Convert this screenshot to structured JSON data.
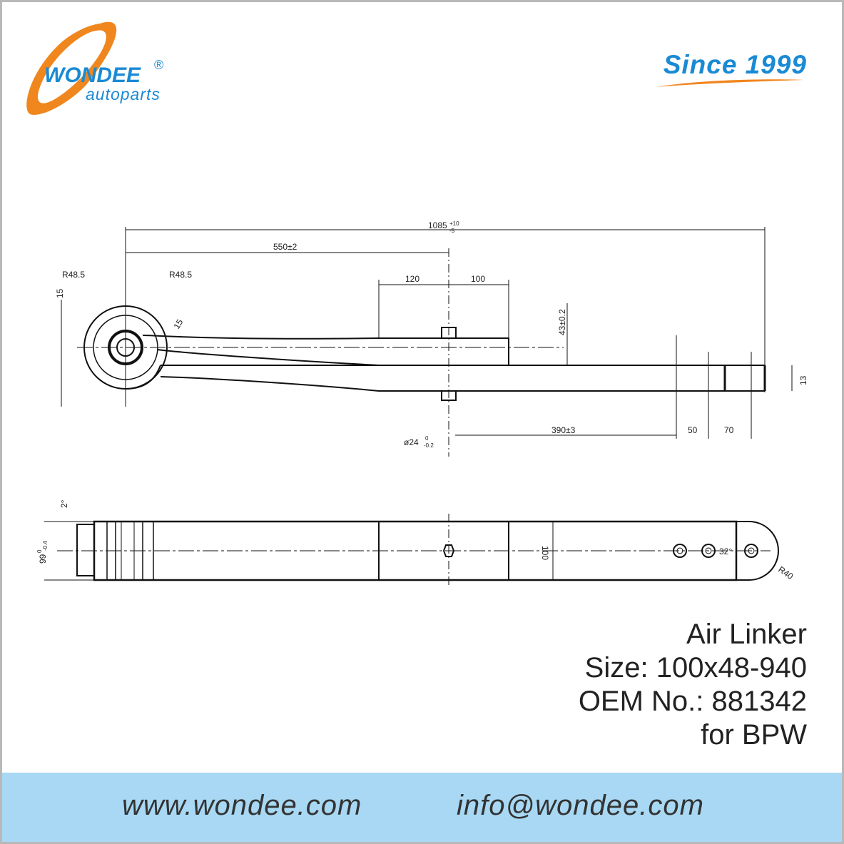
{
  "brand": {
    "name": "WONDEE",
    "sub": "autoparts",
    "registered": "®",
    "since": "Since 1999",
    "orange": "#f0861e",
    "blue": "#1a8ad4"
  },
  "drawing": {
    "overall_length": "1085",
    "overall_tol_plus": "+10",
    "overall_tol_minus": "-5",
    "center_dist": "550±2",
    "radius_left": "R48.5",
    "radius_right": "R48.5",
    "seat_left": "120",
    "seat_right": "100",
    "eye_offset": "15",
    "eye_thickness": "15",
    "height": "43±0.2",
    "end_thickness": "13",
    "bolt_dia": "ø24",
    "bolt_tol_upper": "0",
    "bolt_tol_lower": "-0.2",
    "hole_dist": "390±3",
    "hole_pitch1": "50",
    "hole_pitch2": "70",
    "angle_top": "2°",
    "width_eye": "99",
    "width_tol_upper": "0",
    "width_tol_lower": "-0.4",
    "width": "100",
    "angle_holes": "32°",
    "end_radius": "R40"
  },
  "product": {
    "name": "Air Linker",
    "size": "Size: 100x48-940",
    "oem": "OEM No.: 881342",
    "for": "for BPW"
  },
  "footer": {
    "website": "www.wondee.com",
    "email": "info@wondee.com",
    "color": "#a8d8f3"
  }
}
